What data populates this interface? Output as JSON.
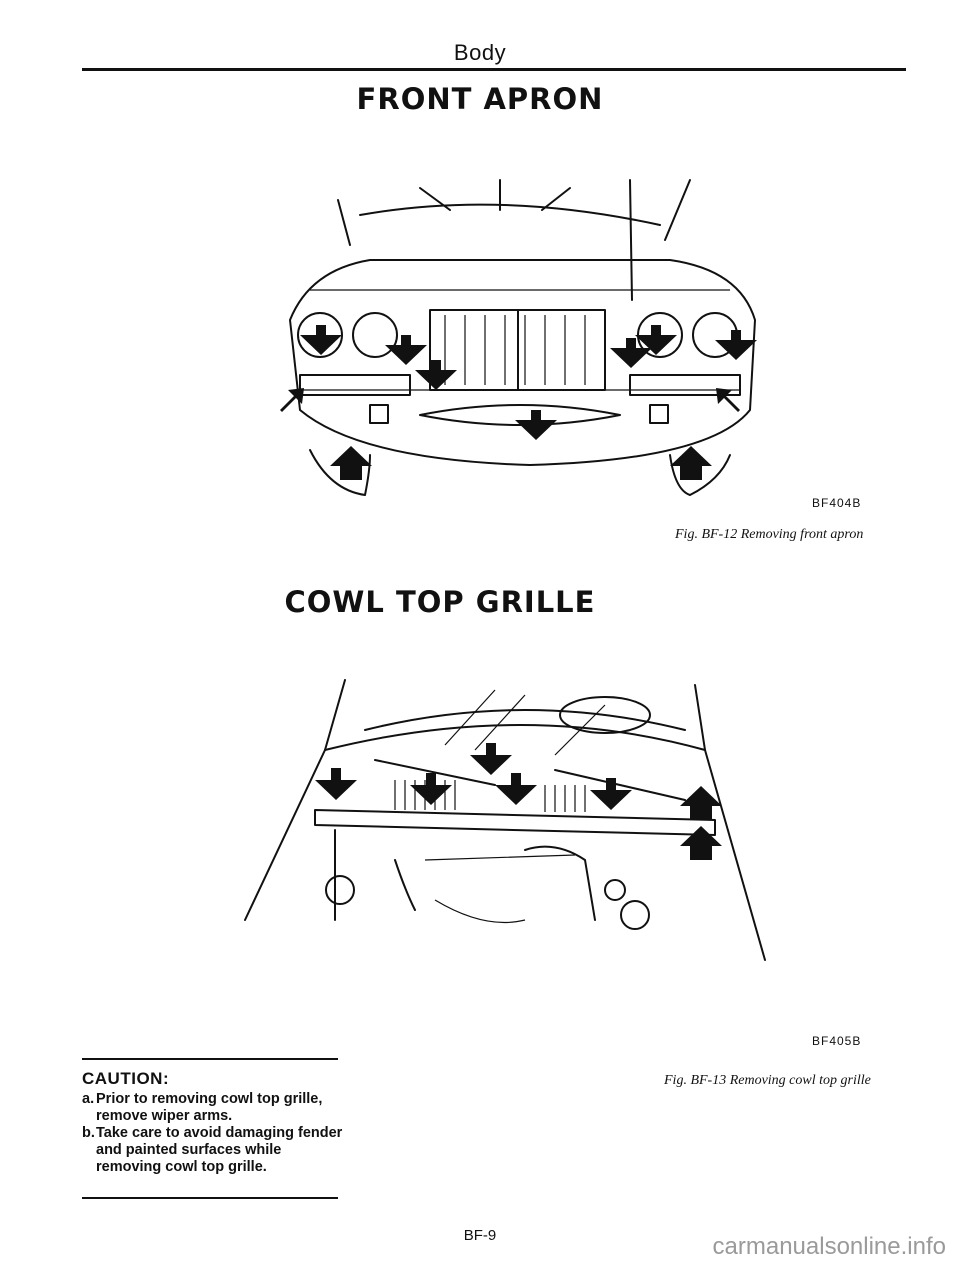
{
  "header": {
    "running_title": "Body"
  },
  "sections": [
    {
      "title": "FRONT APRON",
      "figure": {
        "code": "BF404B",
        "caption": "Fig. BF-12 Removing front apron"
      }
    },
    {
      "title": "COWL TOP GRILLE",
      "figure": {
        "code": "BF405B",
        "caption": "Fig. BF-13 Removing cowl top grille"
      }
    }
  ],
  "caution": {
    "title": "CAUTION:",
    "items": [
      {
        "marker": "a.",
        "text": "Prior to removing cowl top grille, remove wiper arms."
      },
      {
        "marker": "b.",
        "text": "Take care to avoid damaging fender and painted surfaces while removing cowl top grille."
      }
    ]
  },
  "footer": {
    "page_number": "BF-9"
  },
  "watermark": "carmanualsonline.info"
}
